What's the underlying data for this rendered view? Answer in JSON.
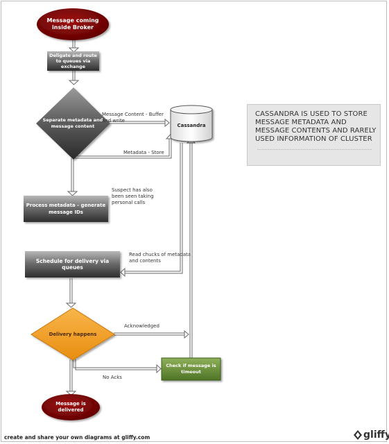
{
  "colors": {
    "start_end": "#7f0000",
    "process_top": "#a9a9a9",
    "process_bottom": "#3c3c3c",
    "decision_gray": "#555555",
    "decision_orange": "#f5a623",
    "timeout_green": "#6a8f3a",
    "edge": "#555555"
  },
  "nodes": {
    "start": "Message coming inside Broker",
    "delegate": "Deligate and route to queues via exchange",
    "separate": "Separate metadata and message content",
    "cassandra": "Cassandra",
    "process": "Process metadata - generate message IDs",
    "schedule": "Schedule for delivery via queues",
    "delivery": "Delivery happens",
    "check": "Check if message is timeout",
    "delivered": "Message is delivered"
  },
  "edges": {
    "content_buffer": "Message Content - Buffer and write",
    "metadata_store": "Metadata - Store",
    "suspect": "Suspect has also been seen taking personal calls",
    "read_chunks": "Read chucks of metadata and contents",
    "acknowledged": "Acknowledged",
    "no_acks": "No Acks"
  },
  "note": "CASSANDRA IS USED TO STORE MESSAGE METADATA AND MESSAGE CONTENTS AND RARELY USED INFORMATION OF CLUSTER",
  "footer": "create and share your own diagrams at gliffy.com",
  "brand": "gliffy",
  "icons": {
    "brand_icon": "gliffy-logo-icon"
  }
}
